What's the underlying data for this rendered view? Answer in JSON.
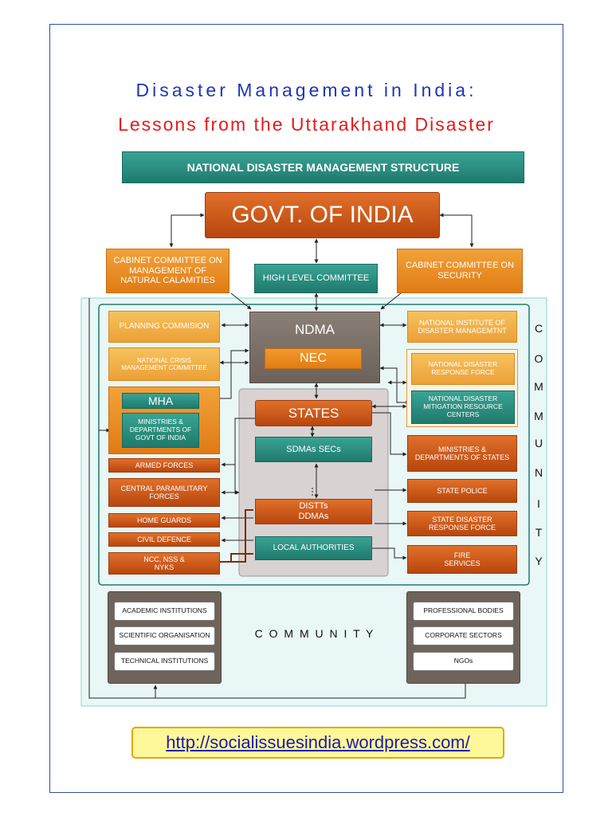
{
  "title_line1": "Disaster Management in India:",
  "title_line2": "Lessons from the Uttarakhand Disaster",
  "diagram": {
    "header": "NATIONAL DISASTER MANAGEMENT STRUCTURE",
    "govt": "GOVT. OF INDIA",
    "cabinet_natural": "CABINET COMMITTEE ON MANAGEMENT OF NATURAL CALAMITIES",
    "cabinet_security": "CABINET COMMITTEE ON SECURITY",
    "high_level": "HIGH LEVEL COMMITTEE",
    "planning": "PLANNING COMMISION",
    "ncmc": "NATIONAL CRISIS MANAGEMENT COMMITTEE",
    "ndma": "NDMA",
    "nec": "NEC",
    "nidm": "NATIONAL INSTITUTE OF DISASTER MANAGEMTNT",
    "ndrf": "NATIONAL DISASTER RESPONSE FORCE",
    "ndmrc": "NATIONAL DISASTER MITIGATION RESOURCE CENTERS",
    "mha": "MHA",
    "ministries_goi": "MINISTRIES & DEPARTMENTS OF GOVT OF INDIA",
    "states": "STATES",
    "sdmas": "SDMAs SECs",
    "ministries_states": "MINISTRIES & DEPARTMENTS OF STATES",
    "armed_forces": "ARMED FORCES",
    "paramilitary": "CENTRAL PARAMILITARY FORCES",
    "state_police": "STATE POLICE",
    "home_guards": "HOME GUARDS",
    "distts": "DISTTs DDMAs",
    "sdrf": "STATE DISASTER RESPONSE FORCE",
    "civil_defence": "CIVIL DEFENCE",
    "local_auth": "LOCAL AUTHORITIES",
    "ncc": "NCC, NSS & NYKS",
    "fire": "FIRE SERVICES",
    "community_vertical": [
      "C",
      "O",
      "M",
      "M",
      "U",
      "N",
      "I",
      "T",
      "Y"
    ],
    "community_horizontal": "C O M M U N I T Y",
    "left_group": [
      "ACADEMIC INSTITUTIONS",
      "SCIENTIFIC ORGANISATION",
      "TECHNICAL INSTITUTIONS"
    ],
    "right_group": [
      "PROFESSIONAL BODIES",
      "CORPORATE SECTORS",
      "NGOs"
    ]
  },
  "url": "http://socialissuesindia.wordpress.com/"
}
